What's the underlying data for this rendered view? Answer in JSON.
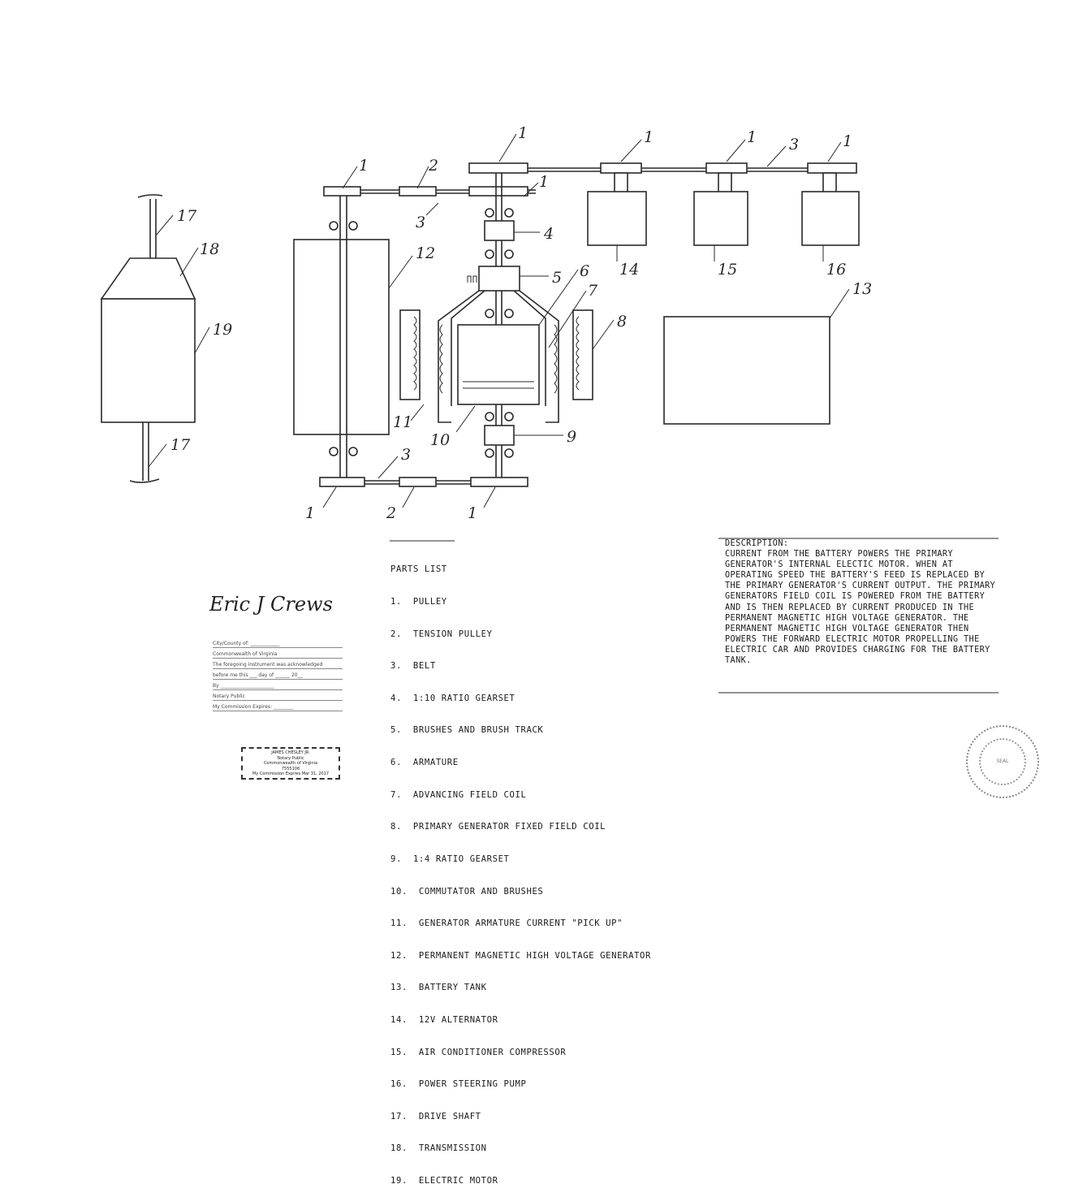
{
  "labels": {
    "pulley": "1",
    "tension_pulley": "2",
    "belt": "3",
    "gearset_1_10": "4",
    "brushes": "5",
    "armature": "6",
    "advancing_coil": "7",
    "fixed_coil": "8",
    "gearset_1_4": "9",
    "commutator": "10",
    "pickup": "11",
    "pm_generator": "12",
    "battery_tank": "13",
    "alternator": "14",
    "ac_compressor": "15",
    "steering_pump": "16",
    "drive_shaft": "17",
    "transmission": "18",
    "electric_motor": "19"
  },
  "parts_list": {
    "title": "PARTS LIST",
    "items": [
      "1.  PULLEY",
      "2.  TENSION PULLEY",
      "3.  BELT",
      "4.  1:10 RATIO GEARSET",
      "5.  BRUSHES AND BRUSH TRACK",
      "6.  ARMATURE",
      "7.  ADVANCING FIELD COIL",
      "8.  PRIMARY GENERATOR FIXED FIELD COIL",
      "9.  1:4 RATIO GEARSET",
      "10.  COMMUTATOR AND BRUSHES",
      "11.  GENERATOR ARMATURE CURRENT \"PICK UP\"",
      "12.  PERMANENT MAGNETIC HIGH VOLTAGE GENERATOR",
      "13.  BATTERY TANK",
      "14.  12V ALTERNATOR",
      "15.  AIR CONDITIONER COMPRESSOR",
      "16.  POWER STEERING PUMP",
      "17.  DRIVE SHAFT",
      "18.  TRANSMISSION",
      "19.  ELECTRIC MOTOR"
    ]
  },
  "description": {
    "title": "DESCRIPTION:",
    "text": "CURRENT FROM THE BATTERY POWERS THE PRIMARY GENERATOR'S INTERNAL ELECTIC MOTOR. WHEN AT OPERATING SPEED THE BATTERY'S FEED IS REPLACED BY THE PRIMARY GENERATOR'S CURRENT OUTPUT. THE PRIMARY GENERATORS FIELD COIL IS POWERED FROM THE BATTERY AND IS THEN REPLACED BY CURRENT PRODUCED IN THE PERMANENT MAGNETIC HIGH VOLTAGE GENERATOR. THE PERMANENT MAGNETIC HIGH VOLTAGE GENERATOR THEN POWERS THE FORWARD ELECTRIC MOTOR PROPELLING THE ELECTRIC CAR AND PROVIDES CHARGING FOR THE BATTERY TANK."
  },
  "signature": "Eric J Crews",
  "notary": {
    "lines": [
      "City/County of: ____________",
      "Commonwealth of Virginia",
      "The foregoing instrument was acknowledged",
      "before me this ___ day of ______ 20__",
      "By ______________________",
      "Notary Public",
      "My Commission Expires: ________"
    ],
    "stamp_lines": [
      "JAMES CHESLEY JR.",
      "Notary Public",
      "Commonwealth of Virginia",
      "7555106",
      "My Commission Expires Mar 31, 2017"
    ]
  },
  "seal_text": "SEAL"
}
